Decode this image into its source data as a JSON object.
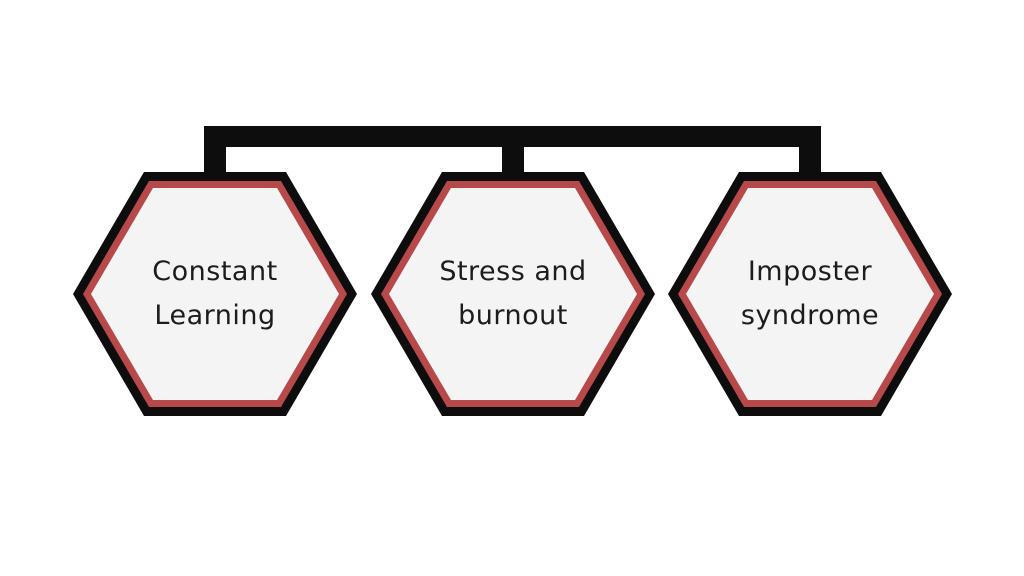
{
  "diagram": {
    "colors": {
      "connector": "#0d0d0d",
      "hex_outer_border": "#0d0d0d",
      "hex_inner_border": "#b8494a",
      "hex_fill": "#f4f4f4",
      "text": "#1c1c1c",
      "background": "#ffffff"
    },
    "nodes": [
      {
        "id": "constant-learning",
        "lines": [
          "Constant",
          "Learning"
        ]
      },
      {
        "id": "stress-and-burnout",
        "lines": [
          "Stress and",
          "burnout"
        ]
      },
      {
        "id": "imposter-syndrome",
        "lines": [
          "Imposter",
          "syndrome"
        ]
      }
    ]
  }
}
